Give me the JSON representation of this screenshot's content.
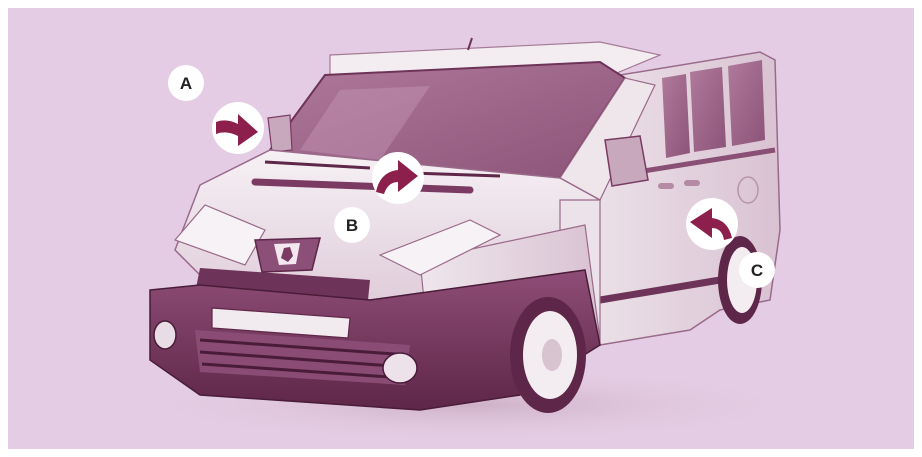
{
  "figure": {
    "background_color": "#e4cde4",
    "vehicle_color_dark": "#7a3a62",
    "arrow_color": "#8c1f4c",
    "callouts": [
      {
        "letter": "A",
        "icon": "curved-arrow-icon"
      },
      {
        "letter": "B",
        "icon": "curved-arrow-icon"
      },
      {
        "letter": "C",
        "icon": "curved-arrow-icon"
      }
    ]
  }
}
